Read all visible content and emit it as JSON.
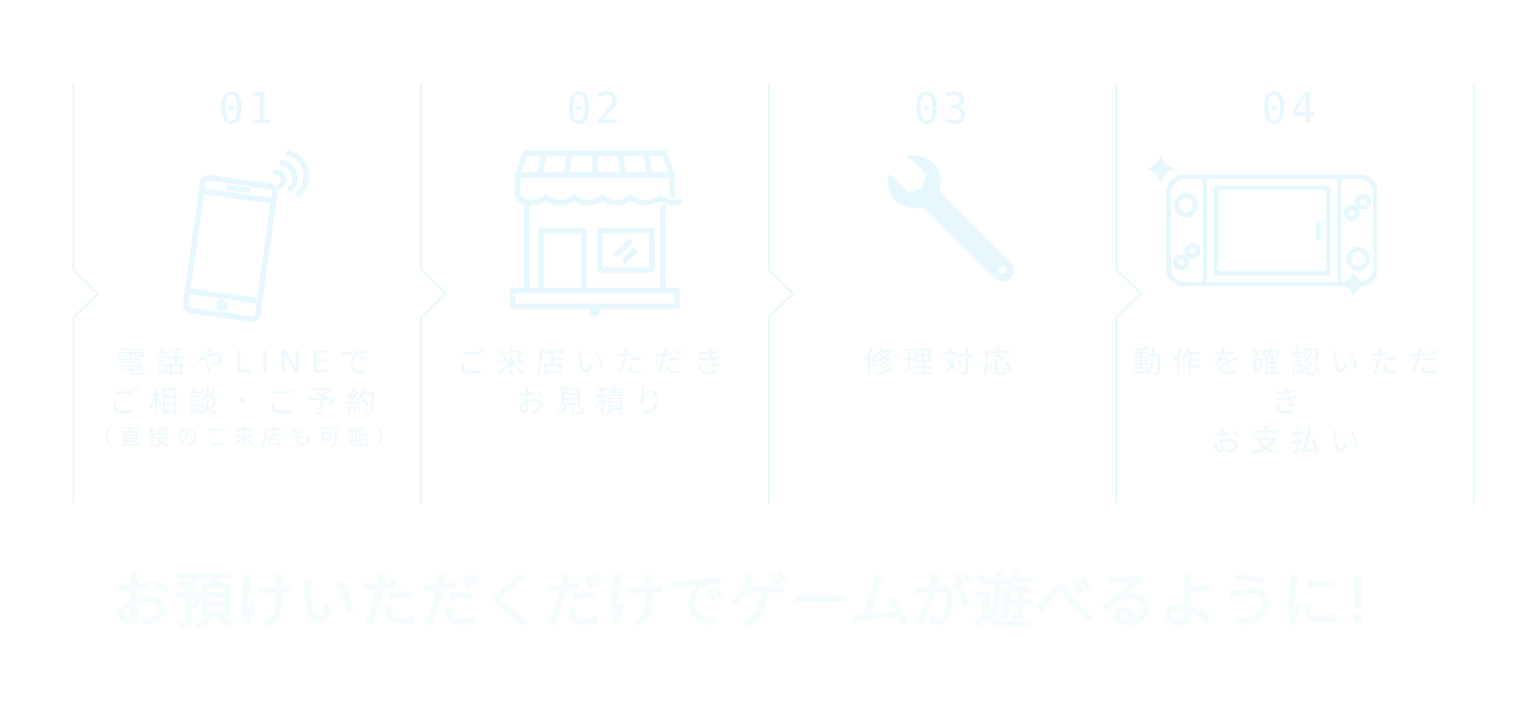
{
  "steps": [
    {
      "number": "01",
      "icon": "smartphone-icon",
      "lines": [
        "電話やLINEで",
        "ご相談・ご予約"
      ],
      "note": "（直接のご来店も可能）"
    },
    {
      "number": "02",
      "icon": "storefront-icon",
      "lines": [
        "ご来店いただき",
        "お見積り"
      ],
      "note": ""
    },
    {
      "number": "03",
      "icon": "wrench-icon",
      "lines": [
        "修理対応"
      ],
      "note": ""
    },
    {
      "number": "04",
      "icon": "game-console-icon",
      "lines": [
        "動作を確認いただき",
        "お支払い"
      ],
      "note": ""
    }
  ],
  "tagline": "お預けいただくだけでゲームが遊べるように！",
  "colors": {
    "line": "#e3f6fc",
    "icon": "#e6f8fd",
    "text": "#eef9fd",
    "tagline": "#f5fcfe"
  }
}
